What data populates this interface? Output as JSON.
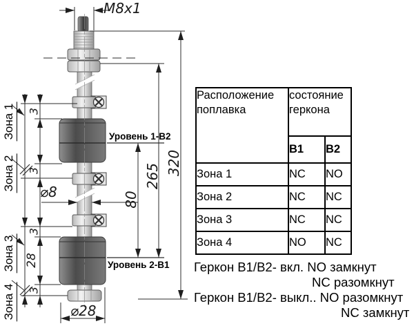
{
  "drawing": {
    "thread_label": "M8x1",
    "dim_overall": "320",
    "dim_to_level2": "265",
    "dim_levels_span": "80",
    "dim_gap": "3",
    "dim_float_height": "28",
    "dia_rod": "⌀8",
    "dia_float": "⌀28",
    "level1_label": "Уровень 1-В2",
    "level2_label": "Уровень 2-В1",
    "zones": [
      "Зона 1",
      "Зона 2",
      "Зона 3",
      "Зона 4"
    ]
  },
  "table": {
    "header_position": "Расположение поплавка",
    "header_state": "состояние геркона",
    "col_b1": "В1",
    "col_b2": "В2",
    "rows": [
      {
        "zone": "Зона 1",
        "b1": "NC",
        "b2": "NO"
      },
      {
        "zone": "Зона 2",
        "b1": "NC",
        "b2": "NC"
      },
      {
        "zone": "Зона 3",
        "b1": "NC",
        "b2": "NC"
      },
      {
        "zone": "Зона 4",
        "b1": "NO",
        "b2": "NC"
      }
    ]
  },
  "notes": {
    "line1": "Геркон В1/В2- вкл. NO замкнут",
    "line2": "NC разомкнут",
    "line3": "Геркон В1/В2- выкл.. NO разомкнут",
    "line4": "NC замкнут"
  }
}
